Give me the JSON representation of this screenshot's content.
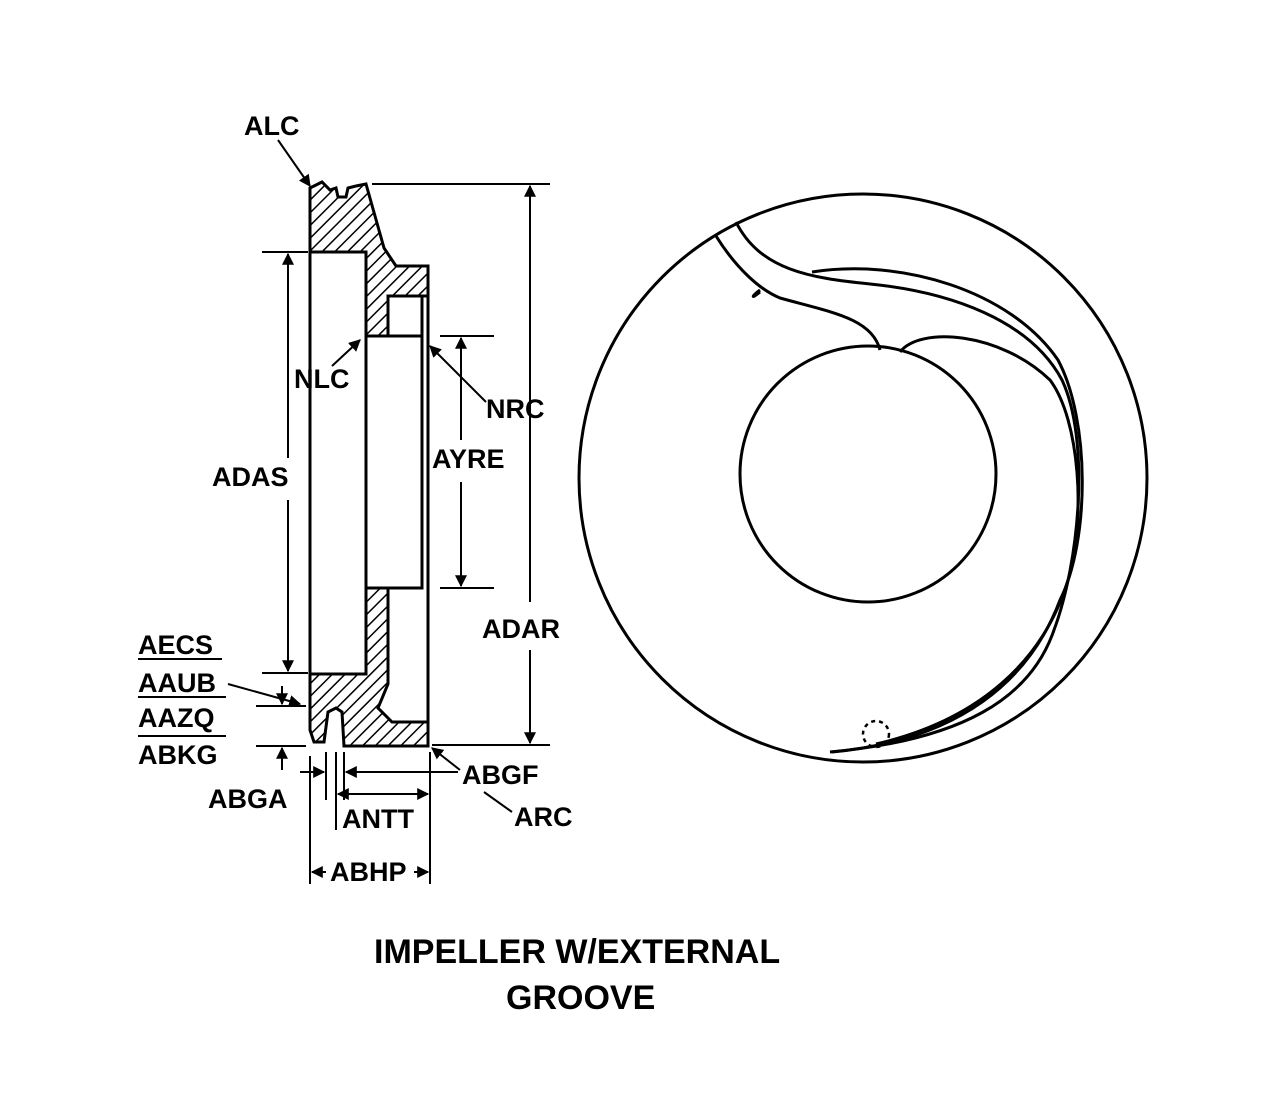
{
  "labels": {
    "alc": "ALC",
    "nlc": "NLC",
    "nrc": "NRC",
    "adas": "ADAS",
    "ayre": "AYRE",
    "adar": "ADAR",
    "aecs": "AECS",
    "aaub": "AAUB",
    "aazq": "AAZQ",
    "abkg": "ABKG",
    "abga": "ABGA",
    "abgf": "ABGF",
    "antt": "ANTT",
    "arc": "ARC",
    "abhp": "ABHP"
  },
  "caption": {
    "line1": "IMPELLER W/EXTERNAL",
    "line2": "GROOVE"
  }
}
